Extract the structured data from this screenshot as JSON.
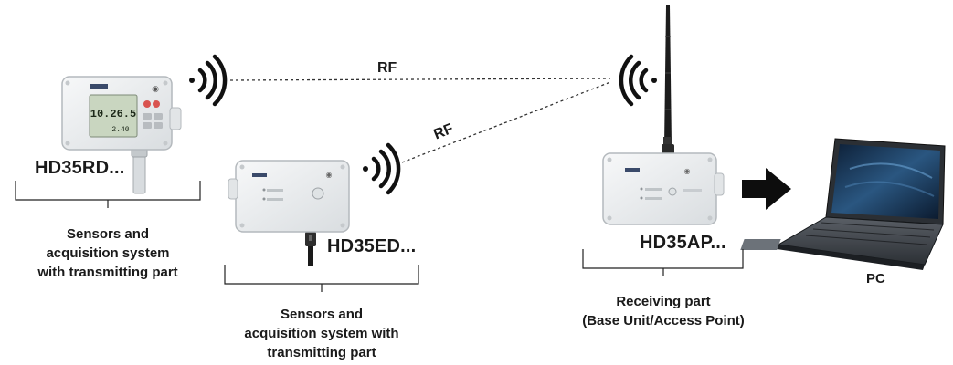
{
  "links": [
    {
      "label": "RF"
    },
    {
      "label": "RF"
    }
  ],
  "devices": {
    "hd35rd": {
      "model": "HD35RD...",
      "caption": [
        "Sensors and",
        "acquisition system",
        "with transmitting part"
      ],
      "lcd_reading": "10.26.5",
      "lcd_sub": "2.40"
    },
    "hd35ed": {
      "model": "HD35ED...",
      "caption": [
        "Sensors and",
        "acquisition system with",
        "transmitting part"
      ]
    },
    "hd35ap": {
      "model": "HD35AP...",
      "caption": [
        "Receiving part",
        "(Base Unit/Access Point)"
      ]
    },
    "pc": {
      "model": "PC"
    }
  },
  "colors": {
    "device_body": "#eef0f1",
    "device_edge": "#b9bec2",
    "text": "#1a1a1a",
    "laptop_screen": "#1d3a5c",
    "lcd": "#c9d6c0"
  },
  "icons": [
    "wifi-signal-icon",
    "antenna-icon",
    "arrow-right-icon",
    "laptop-icon"
  ]
}
